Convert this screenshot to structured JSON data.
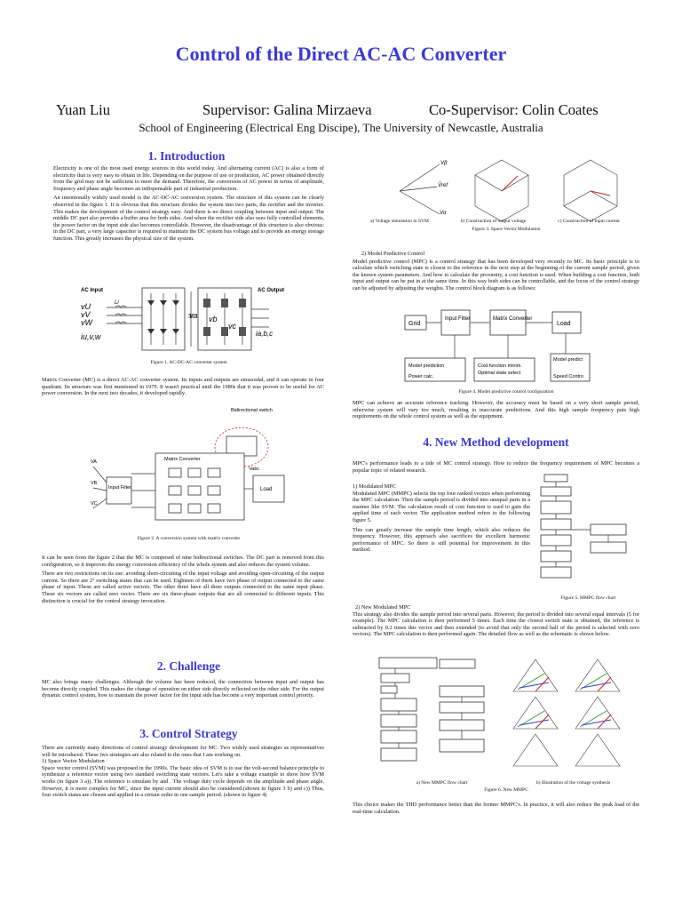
{
  "header": {
    "title": "Control of the Direct AC-AC Converter",
    "author": "Yuan Liu",
    "supervisor": "Supervisor: Galina Mirzaeva",
    "cosupervisor": "Co-Supervisor: Colin Coates",
    "affiliation": "School of Engineering (Electrical Eng Discipe), The University of Newcastle, Australia"
  },
  "sections": {
    "intro": {
      "heading": "1.   Introduction",
      "p1": "Electricity is one of the most used energy sources in this world today. And alternating current (AC) is also a form of electricity that is very easy to obtain in life. Depending on the purpose of use or production, AC power obtained directly from the grid may not be sufficient to meet the demand. Therefore, the conversion of AC power in terms of amplitude, frequency and phase angle becomes an indispensable part of industrial production.",
      "p2": "An intentionally widely used model is the AC-DC-AC conversion system. The structure of this system can be clearly observed in the figure 1. It is obvious that this structure divides the system into two parts, the rectifier and the inverter. This makes the development of the control strategy easy. And there is no direct coupling between input and output. The middle DC part also provides a buffer area for both sides. And when the rectifier side also uses fully controlled elements, the power factor on the input side also becomes controllable. However, the disadvantage of this structure is also obvious: in the DC part, a very large capacitor is required to maintain the DC system bus voltage and to provide an energy storage function. This greatly increases the physical size of the system.",
      "fig1_caption": "Figure 1. AC-DC-AC converter system",
      "p3": "Matrix Converter (MC) is a direct AC-AC converter system. Its inputs and outputs are sinusoidal, and it can operate in four quadrant. Its structure was first mentioned in 1979. It wasn't practical until the 1980s that it was proven to be useful for AC power conversion. In the next two decades, it developed rapidly.",
      "fig2_caption": "Figure 2. A conversion system with matrix converter",
      "p4": "It can be seen from the figure 2 that the MC is composed of nine bidirectional switches. The DC part is removed from this configuration, so it improves the energy conversion efficiency of the whole system and also reduces the system volume.",
      "p5": "There are two restrictions on its use: avoiding short-circuiting of the input voltage and avoiding open-circuiting of the output current. So there are 2⁷ switching states that can be used. Eighteen of them have two phase of output connected to the same phase of input. These are called active vectors. The other three have all three outputs connected to the same input phase. These six vectors are called zero vector. There are six three-phase outputs that are all connected to different inputs. This distinction is crucial for the control strategy invocation."
    },
    "challenge": {
      "heading": "2. Challenge",
      "p1": "MC also brings many challenges. Although the volume has been reduced, the connection between input and output has become directly coupled. This makes the change of operation on either side directly reflected on the other side. For the output dynamic control system, how to maintain the power factor for the input side has become a very important control priority."
    },
    "control": {
      "heading": "3. Control Strategy",
      "p1": "There are currently many directions of control strategy development for MC. Two widely used strategies as representatives will be introduced. These two strategies are also related to the ones that I am working on.",
      "p2": "1)   Space Vector Modulation",
      "p3": "Space vector control (SVM) was proposed in the 1990s. The basic idea of SVM is to use the volt-second balance principle to synthesize a reference vector using two standard switching state vectors. Let's take a voltage example to show how SVM works (in figure 3 a)). The reference  is simulate by and . The voltage duty cycle depends on the amplitude and phase angle. However, it is more complex for MC, since the input current should also be considered.(shown in figure 3 b) and c)) Thus, four switch states are chosen and applied in a certain order in one sample period. (shown in figure 4)"
    },
    "right": {
      "fig3a_caption": "a) Voltage simulation in SVM",
      "fig3b_caption": "b) Construction of output voltage",
      "fig3c_caption": "c) Construction of input current",
      "fig3_caption": "Figure 3. Space Vector Modulation",
      "mpc_title": "2) Model Predictive Control",
      "mpc_p1": "Model predictive control (MPC) is a control strategy that has been developed very recently to MC. Its basic principle is to calculate which switching state is closest to the reference in the next step at the beginning of the current sample period, given the known system parameters. And how to calculate the proximity, a cost function is used. When building a cost function, both input and output can be put in at the same time. In this way both sides can be controllable, and the focus of the control strategy can be adjusted by adjusting the weights. The control block diagram is as follows:",
      "fig4_caption": "Figure 4. Model predictive control configuration",
      "mpc_p2": "MPC can achieve an accurate reference tracking. However, the accuracy must be based on a very short sample period, otherwise system will vary too much, resulting in inaccurate predictions. And this high sample frequency puts high requirements on the whole control system as well as the equipment.",
      "new_heading": "4. New Method development",
      "new_p1": "MPC's performance leads to a tide of MC control strategy. How to reduce the frequency requirement of MPC becomes a popular topic of related research.",
      "mmpc_title": "1)  Modulated MPC",
      "mmpc_p1": "Modulated MPC (MMPC) selects the top four ranked vectors when performing the MPC calculation. Then the sample period is divided into unequal parts in a manner like SVM. The calculation result of cost function is used to gain the applied time of each vector. The application method refers to the following figure 5.",
      "mmpc_p2": "This can greatly increase the sample time length, which also reduces the frequency. However, this approach also sacrifices the excellent harmonic performance of MPC. So there is still potential for improvement in this method.",
      "fig5_caption": "Figure 5. MMPC flow chart",
      "nmmpc_title": "2)   New Modulated MPC",
      "nmmpc_p1": "This strategy also divides the sample period into several parts. However, the period is divided into several equal intervals (5 for example). The MPC calculation is then performed 5 times. Each time the closest switch state is obtained, the reference is subtracted by 0.2 times this vector and then extended (to avoid that only the second half of the period is selected with zero vectors). The MPC calculation is then performed again. The detailed flow as well as the schematic is shown below.",
      "fig6a_caption": "a) New MMPC flow chart",
      "fig6b_caption": "b) Illustration of the voltage synthesis",
      "fig6_caption": "Figure 6. New MMPC",
      "final_p": "This choice makes the THD performance better than the former MMPC's. In practice, it will also reduce the peak load of the real-time calculation."
    }
  },
  "figure_labels": {
    "fig1": {
      "ac_input": "AC Input",
      "ac_output": "AC Output",
      "vu": "vU",
      "vv": "vV",
      "vw": "vW",
      "iuvw": "iu,v,w",
      "va": "va",
      "vb": "vb",
      "vc": "vc",
      "iabc": "ia,b,c",
      "li": "Li"
    },
    "fig2": {
      "bidirectional": "Bidirectional switch",
      "matrix": "Matrix Converter",
      "input_filter": "Input Filter",
      "load": "Load",
      "va": "VA",
      "vb": "VB",
      "vc": "VC",
      "vabc": "Vabc"
    },
    "fig4": {
      "grid": "Grid",
      "input_filter": "Input Filter",
      "matrix": "Matrix Converter",
      "load": "Load",
      "model_pred": "Model prediction",
      "power_calc": "Power calc.",
      "cost_fn": "Cost function minim.",
      "optimal": "Optimal state select",
      "model_pred2": "Model predict",
      "speed": "Speed Contro"
    }
  }
}
